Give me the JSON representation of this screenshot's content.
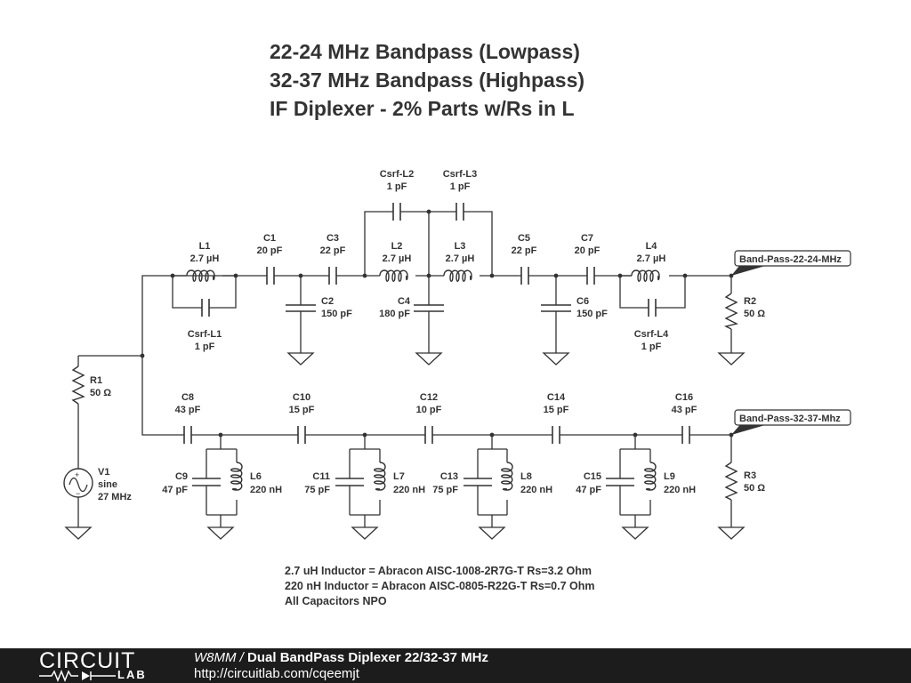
{
  "title": {
    "line1": "22-24 MHz Bandpass (Lowpass)",
    "line2": "32-37 MHz Bandpass (Highpass)",
    "line3": "IF Diplexer - 2% Parts w/Rs in L"
  },
  "components": {
    "L1": {
      "name": "L1",
      "value": "2.7 µH"
    },
    "C1": {
      "name": "C1",
      "value": "20 pF"
    },
    "C3": {
      "name": "C3",
      "value": "22 pF"
    },
    "L2": {
      "name": "L2",
      "value": "2.7 µH"
    },
    "L3": {
      "name": "L3",
      "value": "2.7 µH"
    },
    "C5": {
      "name": "C5",
      "value": "22 pF"
    },
    "C7": {
      "name": "C7",
      "value": "20 pF"
    },
    "L4": {
      "name": "L4",
      "value": "2.7 µH"
    },
    "CsrfL1": {
      "name": "Csrf-L1",
      "value": "1 pF"
    },
    "CsrfL2": {
      "name": "Csrf-L2",
      "value": "1 pF"
    },
    "CsrfL3": {
      "name": "Csrf-L3",
      "value": "1 pF"
    },
    "CsrfL4": {
      "name": "Csrf-L4",
      "value": "1 pF"
    },
    "C2": {
      "name": "C2",
      "value": "150 pF"
    },
    "C4": {
      "name": "C4",
      "value": "180 pF"
    },
    "C6": {
      "name": "C6",
      "value": "150 pF"
    },
    "R1": {
      "name": "R1",
      "value": "50 Ω"
    },
    "R2": {
      "name": "R2",
      "value": "50 Ω"
    },
    "R3": {
      "name": "R3",
      "value": "50 Ω"
    },
    "V1": {
      "name": "V1",
      "type": "sine",
      "value": "27 MHz"
    },
    "C8": {
      "name": "C8",
      "value": "43 pF"
    },
    "C10": {
      "name": "C10",
      "value": "15 pF"
    },
    "C12": {
      "name": "C12",
      "value": "10 pF"
    },
    "C14": {
      "name": "C14",
      "value": "15 pF"
    },
    "C16": {
      "name": "C16",
      "value": "43 pF"
    },
    "C9": {
      "name": "C9",
      "value": "47 pF"
    },
    "L6": {
      "name": "L6",
      "value": "220 nH"
    },
    "C11": {
      "name": "C11",
      "value": "75 pF"
    },
    "L7": {
      "name": "L7",
      "value": "220 nH"
    },
    "C13": {
      "name": "C13",
      "value": "75 pF"
    },
    "L8": {
      "name": "L8",
      "value": "220 nH"
    },
    "C15": {
      "name": "C15",
      "value": "47 pF"
    },
    "L9": {
      "name": "L9",
      "value": "220 nH"
    }
  },
  "net_labels": {
    "out1": "Band-Pass-22-24-MHz",
    "out2": "Band-Pass-32-37-Mhz"
  },
  "notes": [
    "2.7 uH Inductor = Abracon AISC-1008-2R7G-T Rs=3.2 Ohm",
    "220 nH Inductor = Abracon AISC-0805-R22G-T Rs=0.7 Ohm",
    "All Capacitors NPO"
  ],
  "footer": {
    "logo_top": "CIRCUIT",
    "logo_bottom": "LAB",
    "author": "W8MM",
    "separator": " / ",
    "title": "Dual BandPass Diplexer 22/32-37 MHz",
    "url": "http://circuitlab.com/cqeemjt"
  },
  "colors": {
    "wire": "#333333",
    "text": "#333333",
    "footer_bg": "#1c1c1c",
    "footer_text": "#ffffff"
  }
}
